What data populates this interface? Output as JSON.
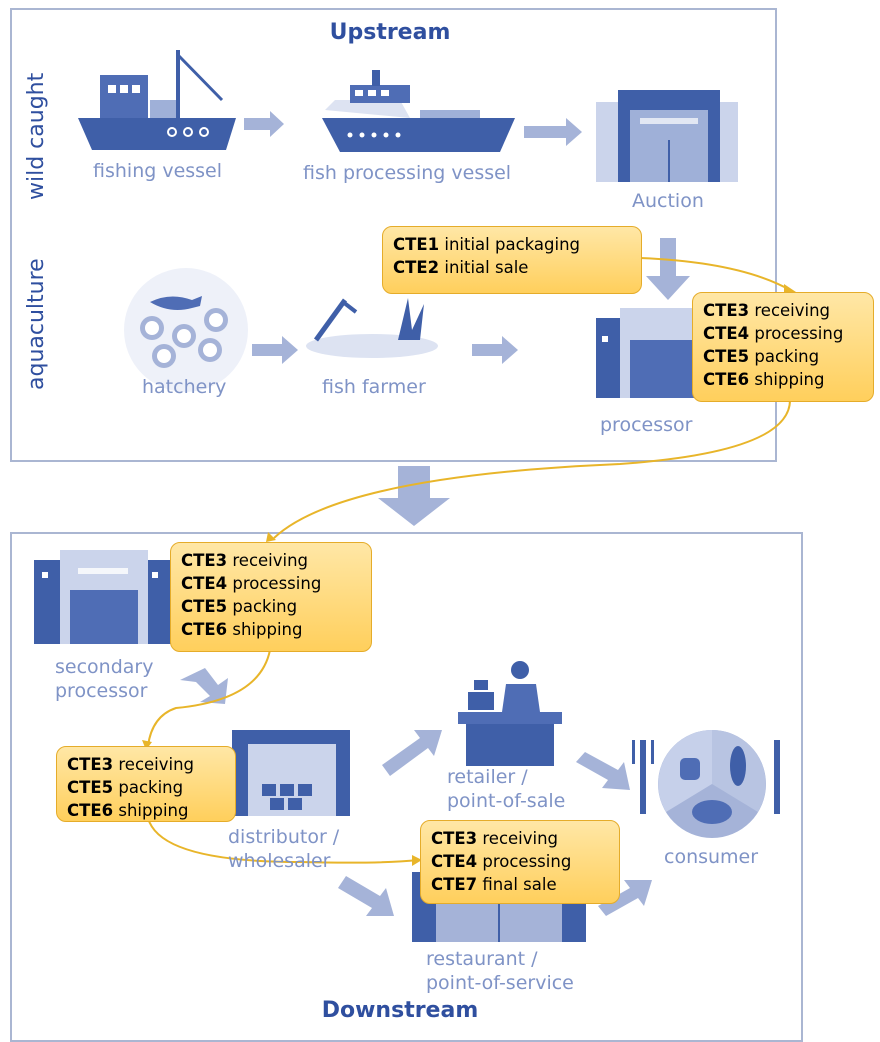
{
  "upstream": {
    "title": "Upstream",
    "side_wild": "wild caught",
    "side_aqua": "aquaculture",
    "labels": {
      "fishing_vessel": "fishing vessel",
      "fish_processing_vessel": "fish processing vessel",
      "auction": "Auction",
      "hatchery": "hatchery",
      "fish_farmer": "fish farmer",
      "processor": "processor"
    },
    "cte_box_a": [
      {
        "code": "CTE1",
        "text": "initial packaging"
      },
      {
        "code": "CTE2",
        "text": "initial sale"
      }
    ],
    "cte_box_b": [
      {
        "code": "CTE3",
        "text": "receiving"
      },
      {
        "code": "CTE4",
        "text": "processing"
      },
      {
        "code": "CTE5",
        "text": "packing"
      },
      {
        "code": "CTE6",
        "text": "shipping"
      }
    ]
  },
  "downstream": {
    "title": "Downstream",
    "labels": {
      "secondary_processor_1": "secondary",
      "secondary_processor_2": "processor",
      "distributor_1": "distributor /",
      "distributor_2": "wholesaler",
      "retailer_1": "retailer /",
      "retailer_2": "point-of-sale",
      "consumer": "consumer",
      "restaurant_1": "restaurant /",
      "restaurant_2": "point-of-service"
    },
    "cte_secondary": [
      {
        "code": "CTE3",
        "text": "receiving"
      },
      {
        "code": "CTE4",
        "text": "processing"
      },
      {
        "code": "CTE5",
        "text": "packing"
      },
      {
        "code": "CTE6",
        "text": "shipping"
      }
    ],
    "cte_distributor": [
      {
        "code": "CTE3",
        "text": "receiving"
      },
      {
        "code": "CTE5",
        "text": "packing"
      },
      {
        "code": "CTE6",
        "text": "shipping"
      }
    ],
    "cte_restaurant": [
      {
        "code": "CTE3",
        "text": "receiving"
      },
      {
        "code": "CTE4",
        "text": "processing"
      },
      {
        "code": "CTE7",
        "text": "final sale"
      }
    ]
  },
  "colors": {
    "dark_blue": "#3f5fa8",
    "light_blue": "#9fb0d8",
    "arrow_blue": "#a5b3d8",
    "cte_fill": "#ffd36b",
    "connector": "#e8b52a"
  }
}
